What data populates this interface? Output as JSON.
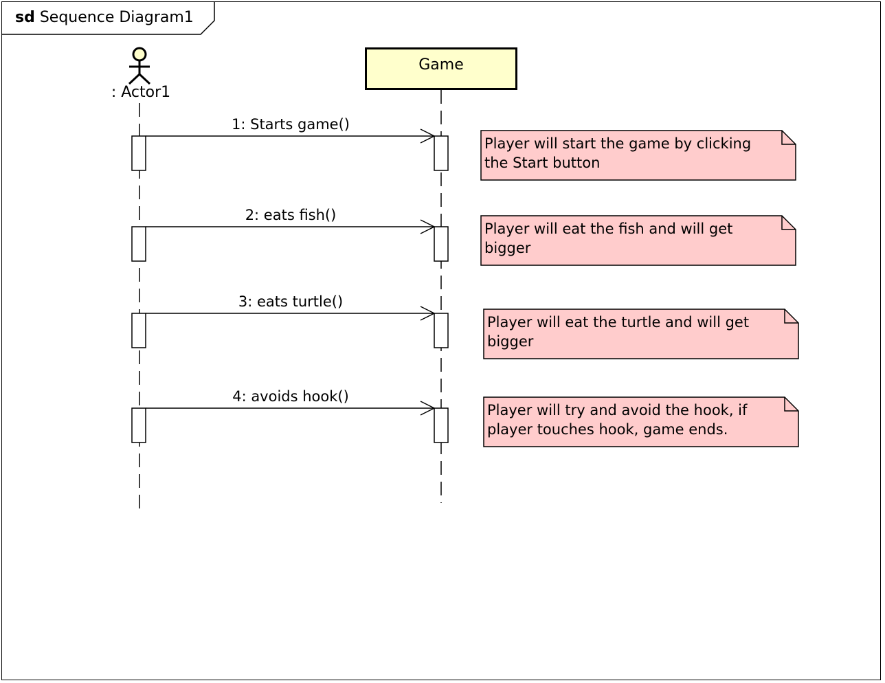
{
  "frame": {
    "keyword": "sd",
    "name": "Sequence Diagram1"
  },
  "actor": {
    "label": ": Actor1"
  },
  "lifeline": {
    "name": "Game"
  },
  "messages": [
    {
      "label": "1: Starts game()"
    },
    {
      "label": "2: eats fish()"
    },
    {
      "label": "3: eats turtle()"
    },
    {
      "label": "4: avoids hook()"
    }
  ],
  "notes": [
    {
      "line1": "Player will start the game by clicking",
      "line2": "the Start button"
    },
    {
      "line1": "Player will eat the fish and will get",
      "line2": "bigger"
    },
    {
      "line1": "Player will eat the turtle and will get",
      "line2": "bigger"
    },
    {
      "line1": "Player will try and avoid the hook, if",
      "line2": "player touches hook, game ends."
    }
  ],
  "colors": {
    "note_fill": "#ffcccc",
    "lifeline_fill": "#ffffcc",
    "actor_head_fill": "#ffffcc"
  }
}
